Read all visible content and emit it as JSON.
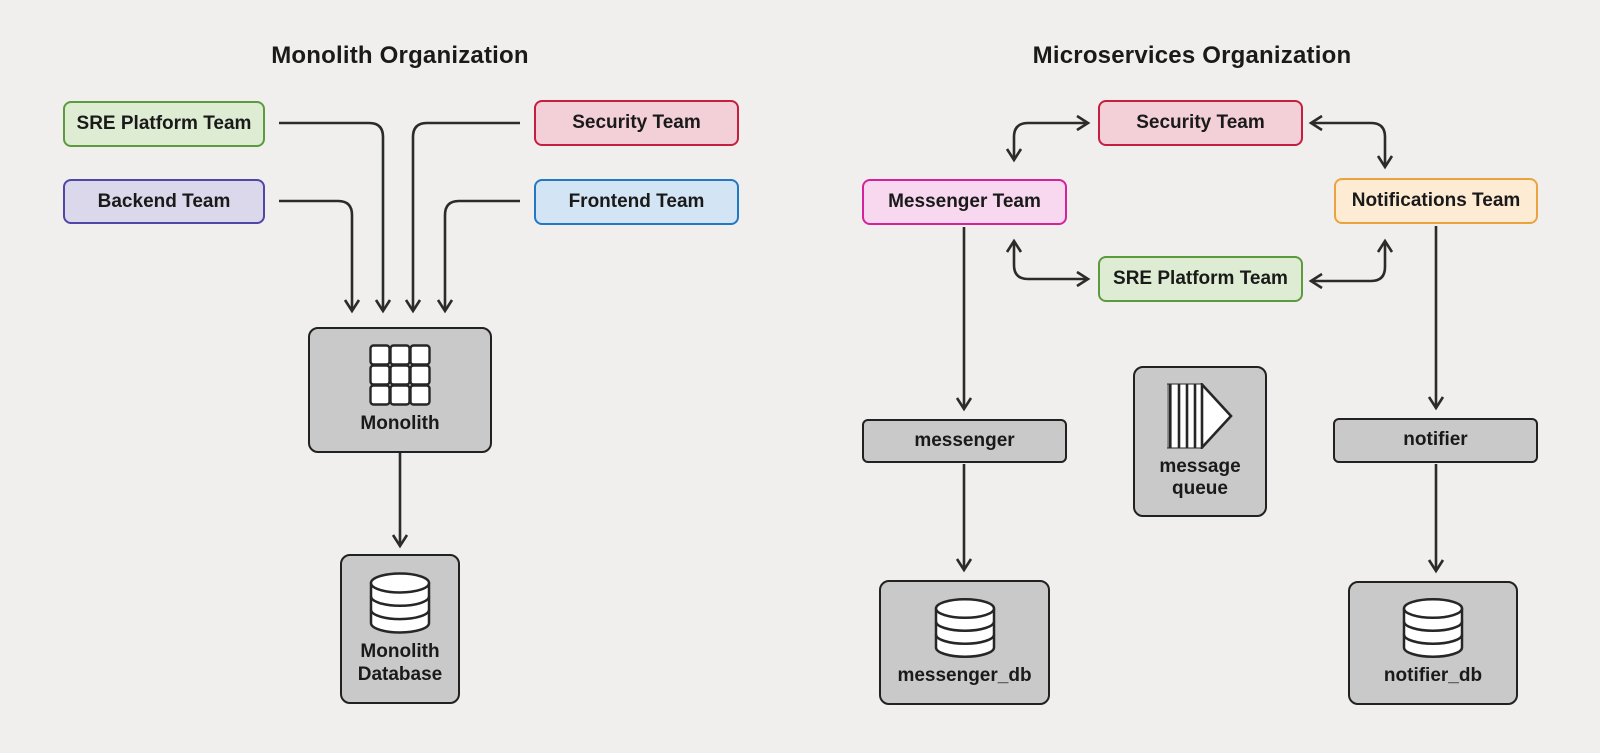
{
  "colors": {
    "bg": "#f0efed",
    "line": "#2b2b2b",
    "text": "#1a1a1a",
    "node-fill": "#c9c9c9",
    "node-border": "#212121",
    "icon-stroke": "#262626",
    "icon-fill": "#ffffff"
  },
  "monolith": {
    "title": "Monolith Organization",
    "teams": {
      "sre": {
        "label": "SRE Platform Team",
        "border": "#5b9b3d",
        "fill": "#ddecd2"
      },
      "backend": {
        "label": "Backend Team",
        "border": "#4f46a5",
        "fill": "#dcd8ec"
      },
      "security": {
        "label": "Security Team",
        "border": "#c41f3e",
        "fill": "#f3d0d8"
      },
      "frontend": {
        "label": "Frontend Team",
        "border": "#2278c2",
        "fill": "#d3e5f4"
      }
    },
    "nodes": {
      "monolith": {
        "label": "Monolith",
        "icon": "grid-icon"
      },
      "database": {
        "label": "Monolith Database",
        "icon": "database-icon"
      }
    }
  },
  "microservices": {
    "title": "Microservices Organization",
    "teams": {
      "security": {
        "label": "Security Team",
        "border": "#c41f3e",
        "fill": "#f3d0d8"
      },
      "messenger": {
        "label": "Messenger Team",
        "border": "#d6219c",
        "fill": "#f8d8ee"
      },
      "notifications": {
        "label": "Notifications Team",
        "border": "#eaa33f",
        "fill": "#fdecd3"
      },
      "sre": {
        "label": "SRE Platform Team",
        "border": "#5b9b3d",
        "fill": "#ddecd2"
      }
    },
    "nodes": {
      "messenger": {
        "label": "messenger"
      },
      "messenger_db": {
        "label": "messenger_db",
        "icon": "database-icon"
      },
      "message_queue": {
        "label": "message queue",
        "icon": "queue-icon"
      },
      "notifier": {
        "label": "notifier"
      },
      "notifier_db": {
        "label": "notifier_db",
        "icon": "database-icon"
      }
    }
  }
}
